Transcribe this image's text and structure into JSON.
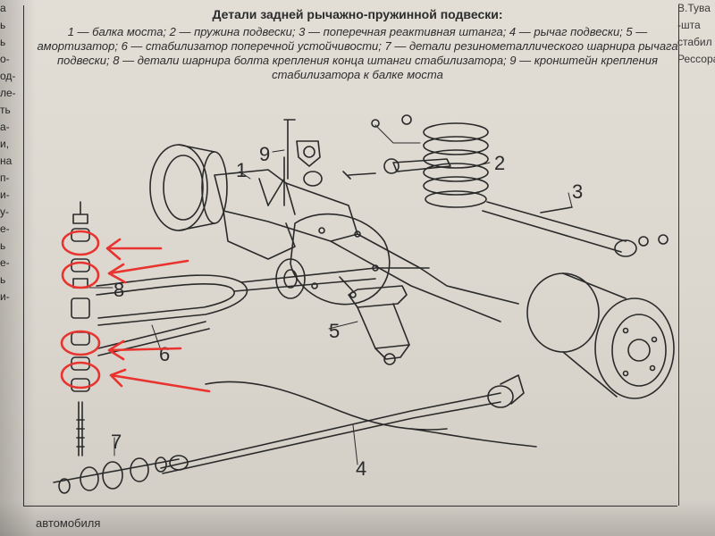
{
  "caption": {
    "title": "Детали задней рычажно-пружинной подвески:",
    "text": "1 — балка моста; 2 — пружина подвески; 3 — поперечная реактивная штанга; 4 — рычаг подвески; 5 — амортизатор; 6 — стабилизатор поперечной устойчивости; 7 — детали резинометаллического шарнира рычага подвески; 8 — детали шарнира болта крепления конца штанги стабилизатора; 9 — кронштейн крепления стабилизатора к балке моста"
  },
  "labels": [
    "1",
    "2",
    "3",
    "4",
    "5",
    "6",
    "7",
    "8",
    "9"
  ],
  "left_margin_fragments": [
    "а",
    "ь",
    "ь",
    "о-",
    "од-",
    "",
    "",
    "",
    "",
    "ле-",
    "ть",
    "",
    "а-",
    "и,",
    "",
    "на",
    "п-",
    "и-",
    "у-",
    "",
    "е-",
    "ь",
    "",
    "е-",
    "ь",
    "",
    "и-"
  ],
  "right_margin_fragments": [
    "",
    "",
    "",
    "",
    "",
    "",
    "В.Тува",
    "",
    "",
    "",
    "-шта",
    "стабил",
    "",
    "",
    "",
    "",
    "Рессора"
  ],
  "footer_text": "автомобиля",
  "colors": {
    "ink": "#2a2a2a",
    "marker": "#e8332e",
    "paper": "#dedad2"
  }
}
